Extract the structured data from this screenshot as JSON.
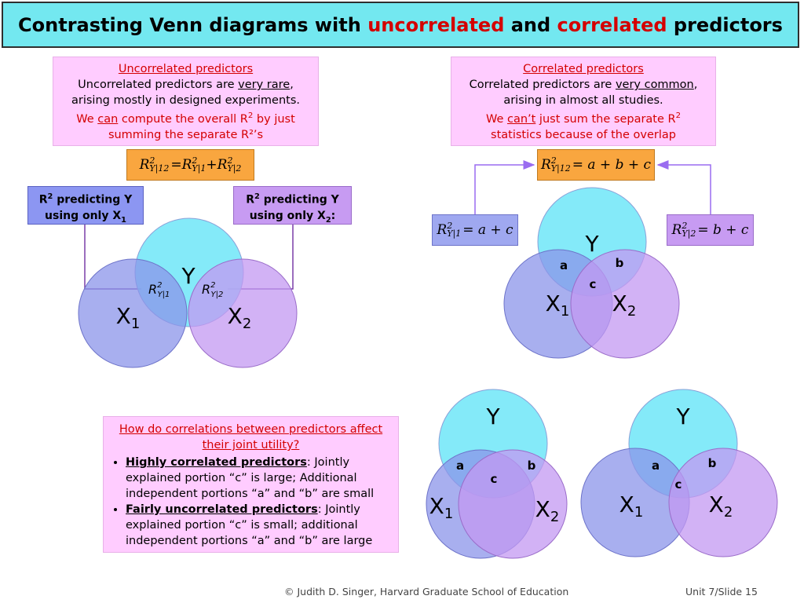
{
  "title": {
    "part1": "Contrasting Venn diagrams with ",
    "part2": "uncorrelated",
    "part3": " and ",
    "part4": "correlated",
    "part5": " predictors"
  },
  "left_box": {
    "heading": "Uncorrelated predictors",
    "line1_pre": "Uncorrelated predictors are ",
    "line1_u": "very rare",
    "line1_post": ",",
    "line2": "arising mostly in designed experiments.",
    "line3_pre": "We ",
    "line3_u": "can",
    "line3_post": " compute the overall R",
    "line3_sup": "2",
    "line3_end": " by just",
    "line4": "summing the separate R²’s"
  },
  "right_box": {
    "heading": "Correlated predictors",
    "line1_pre": "Correlated predictors are ",
    "line1_u": "very common",
    "line1_post": ",",
    "line2": "arising in almost all studies.",
    "line3_pre": "We ",
    "line3_u": "can’t",
    "line3_post": " just sum the separate R",
    "line3_sup": "2",
    "line4": "statistics because of the overlap"
  },
  "left_formula": {
    "R": "R",
    "sup": "2",
    "sub1": "Y|12",
    "eq": " = ",
    "R2": "R",
    "sub2": "Y|1",
    "plus": " + ",
    "R3": "R",
    "sub3": "Y|2"
  },
  "right_formula": {
    "R": "R",
    "sup": "2",
    "sub": "Y|12",
    "rhs": " = a + b + c"
  },
  "left_label_1": {
    "pre": "R",
    "sup": "2",
    "post": " predicting Y",
    "line2": "using only X",
    "sub": "1"
  },
  "left_label_2": {
    "pre": "R",
    "sup": "2",
    "post": " predicting Y",
    "line2": "using only X",
    "sub": "2",
    "end": ":"
  },
  "formula_y1": {
    "R": "R",
    "sup": "2",
    "sub": "Y|1",
    "rhs": " = a + c"
  },
  "formula_y2": {
    "R": "R",
    "sup": "2",
    "sub": "Y|2",
    "rhs": " = b + c"
  },
  "venn_left": {
    "y": "Y",
    "x1": "X",
    "x1_sub": "1",
    "x2": "X",
    "x2_sub": "2",
    "r": "R",
    "r_sup": "2",
    "r1_sub": "Y|1",
    "r2_sub": "Y|2"
  },
  "venn_right": {
    "y": "Y",
    "x1": "X",
    "x1_sub": "1",
    "x2": "X",
    "x2_sub": "2",
    "a": "a",
    "b": "b",
    "c": "c"
  },
  "venn_bl": {
    "y": "Y",
    "x1": "X",
    "x1_sub": "1",
    "x2": "X",
    "x2_sub": "2",
    "a": "a",
    "b": "b",
    "c": "c"
  },
  "venn_br": {
    "y": "Y",
    "x1": "X",
    "x1_sub": "1",
    "x2": "X",
    "x2_sub": "2",
    "a": "a",
    "b": "b",
    "c": "c"
  },
  "question_box": {
    "heading": "How do correlations between predictors affect their joint utility?",
    "b1_u": "Highly correlated predictors",
    "b1_text": ": Jointly explained portion “c” is large; Additional independent portions “a” and “b” are small",
    "b2_u": "Fairly uncorrelated predictors",
    "b2_text": ": Jointly explained portion “c” is small; additional independent portions “a” and “b” are large"
  },
  "footer": {
    "copyright": "© Judith D. Singer, Harvard Graduate School of Education",
    "slide": "Unit 7/Slide 15"
  },
  "colors": {
    "y_circle": "#6ee6f8",
    "x1_circle": "#8b94ea",
    "x2_circle": "#c398f2",
    "overlap": "#5b8ee8",
    "title_bg": "#73e8f0",
    "pink_box": "#ffccff",
    "formula_orange": "#f9a63f",
    "accent_red": "#d40000"
  }
}
